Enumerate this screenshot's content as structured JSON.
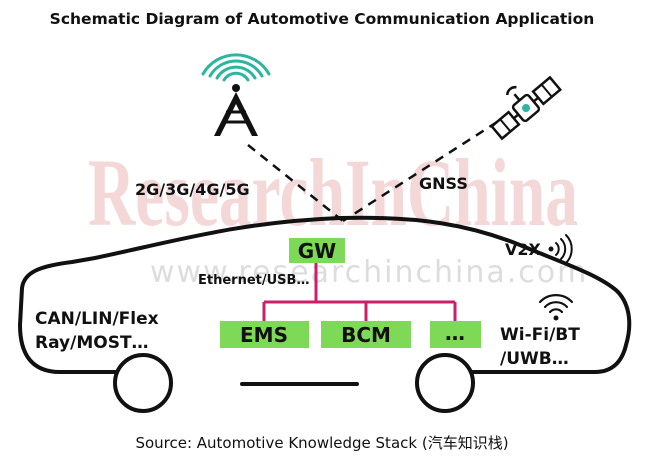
{
  "title": "Schematic Diagram of Automotive Communication Application",
  "source": "Source: Automotive Knowledge Stack (汽车知识栈)",
  "watermark": {
    "text": "ResearchInChina",
    "url": "www.researchinchina.com"
  },
  "links": {
    "cellular": "2G/3G/4G/5G",
    "satellite": "GNSS",
    "v2x": "V2X",
    "in_vehicle_bus": "Ethernet/USB…",
    "wired_buses_line1": "CAN/LIN/Flex",
    "wired_buses_line2": "Ray/MOST…",
    "wireless_line1": "Wi-Fi/BT",
    "wireless_line2": "/UWB…"
  },
  "modules": {
    "gateway": "GW",
    "ecu1": "EMS",
    "ecu2": "BCM",
    "ecu3": "…"
  },
  "colors": {
    "module_fill": "#7ed957",
    "bus_line": "#cc1f6a",
    "tower_wave": "#2db5a0",
    "satellite_panel": "#2db5a0"
  },
  "icons": [
    "cell-tower-icon",
    "satellite-icon",
    "wireless-signal-icon"
  ]
}
